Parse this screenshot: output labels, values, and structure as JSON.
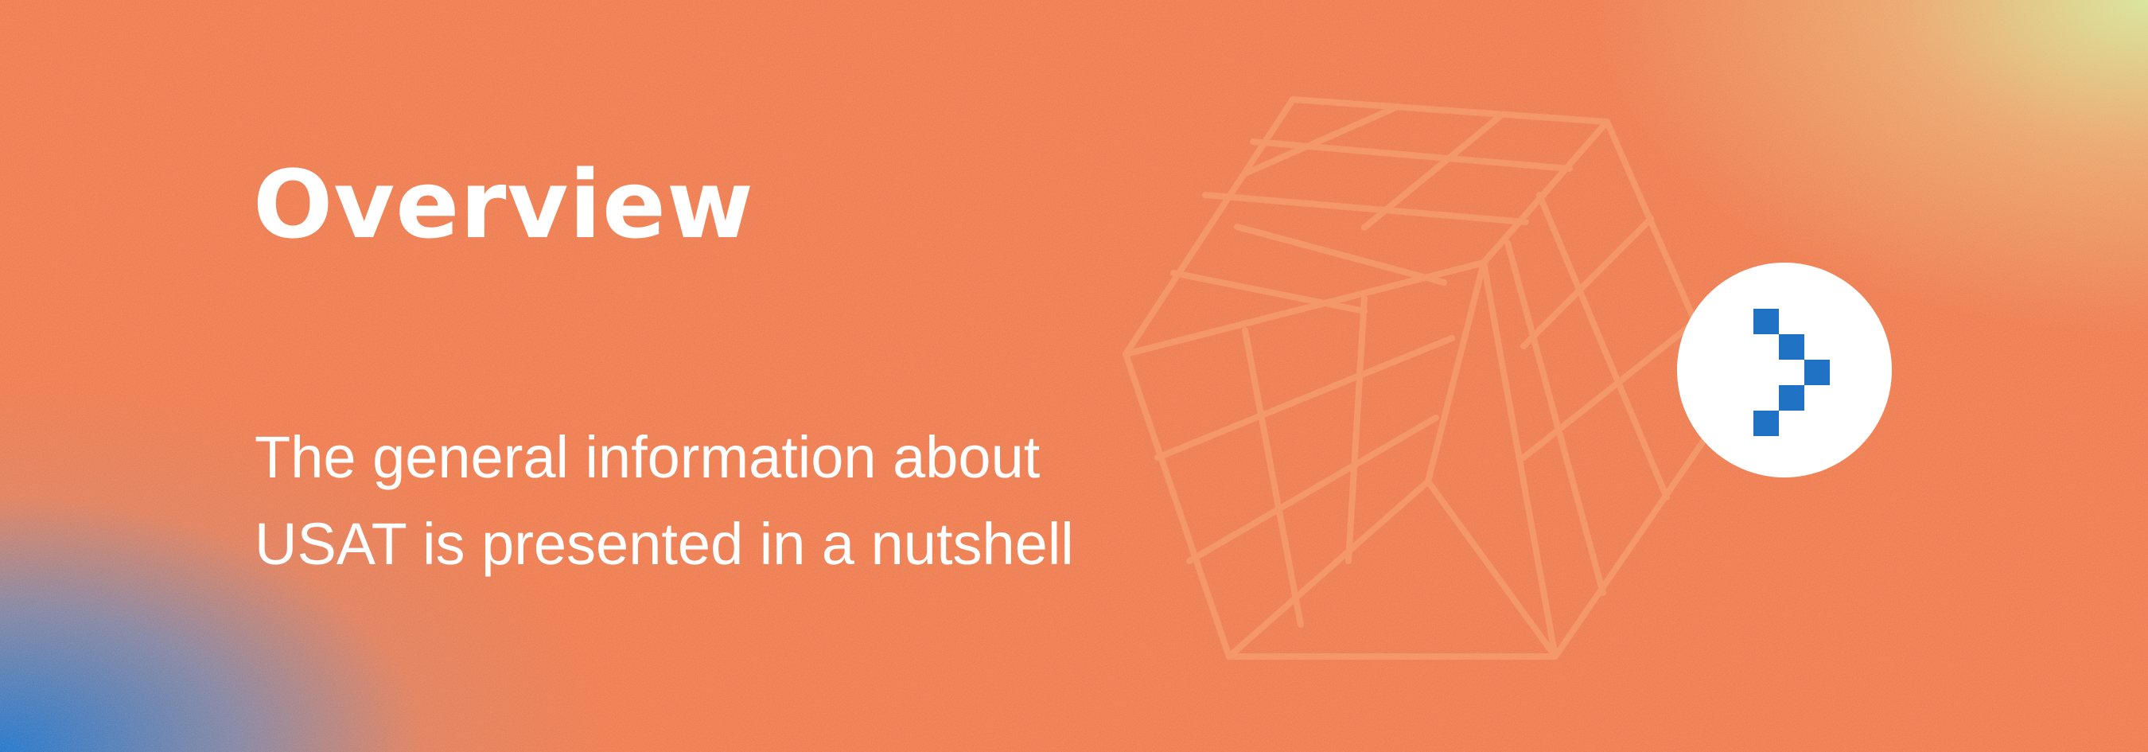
{
  "banner": {
    "title": "Overview",
    "subtitle_lines": [
      "The general information about",
      "USAT is presented in a nutshell"
    ]
  },
  "colors": {
    "background": "#ee7444",
    "corner_top_right": "#d4e896",
    "corner_bottom_left": "#166ec8",
    "text": "#ffffff",
    "logo_accent": "#1f72c4"
  },
  "icons": {
    "decoration": "cube-grid-icon",
    "logo": "chevron-pixel-logo-icon"
  }
}
